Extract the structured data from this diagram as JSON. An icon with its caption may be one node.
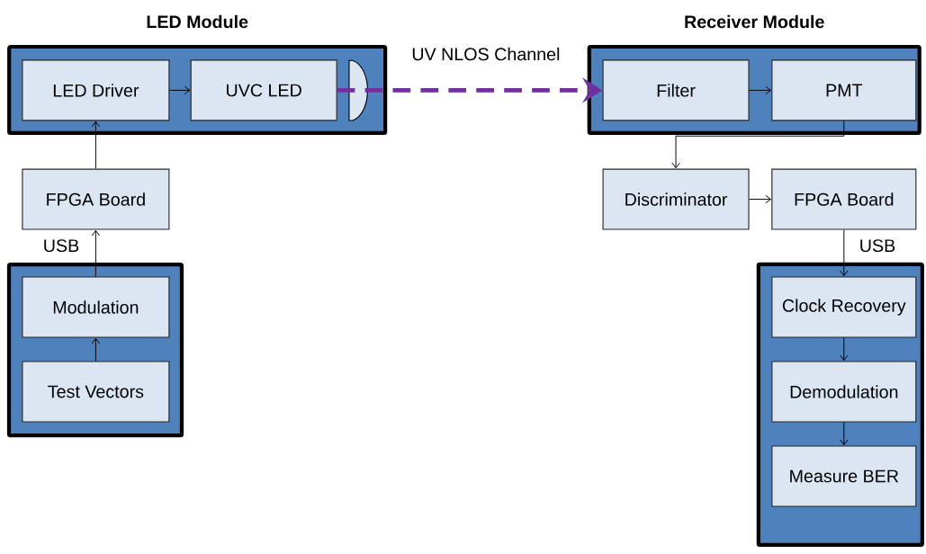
{
  "diagram": {
    "nodes": [
      {
        "text": [
          "LED Module"
        ]
      },
      {
        "text": [
          "LED Driver"
        ],
        "in": 0
      },
      {
        "text": [
          "UVC LED"
        ],
        "in": 0
      },
      {
        "text": [
          "Receiver Module"
        ]
      },
      {
        "text": [
          "Filter"
        ],
        "in": 3
      },
      {
        "text": [
          "PMT"
        ],
        "in": 3
      },
      {
        "text": [
          "FPGA Board"
        ]
      },
      {
        "text": [],
        "shape": "box"
      },
      {
        "text": [
          "Modulation"
        ],
        "in": 7
      },
      {
        "text": [
          "Test Vectors"
        ],
        "in": 7
      },
      {
        "text": [
          "Discriminator"
        ]
      },
      {
        "text": [
          "FPGA Board"
        ]
      },
      {
        "text": [],
        "shape": "box"
      },
      {
        "text": [
          "Clock Recovery"
        ],
        "in": 12
      },
      {
        "text": [
          "Demodulation"
        ],
        "in": 12
      },
      {
        "text": [
          "Measure BER"
        ],
        "in": 12
      }
    ],
    "edges": [
      {
        "from": 1,
        "to": 2,
        "arrow": "to"
      },
      {
        "from": 2,
        "to": 4,
        "arrow": "to",
        "label": "UV NLOS Channel",
        "style": "dashed",
        "color": "#7030a0"
      },
      {
        "from": 4,
        "to": 5,
        "arrow": "to"
      },
      {
        "from": 5,
        "to": 10,
        "arrow": "to"
      },
      {
        "from": 10,
        "to": 11,
        "arrow": "to"
      },
      {
        "from": 11,
        "to": 13,
        "arrow": "to",
        "label": "USB"
      },
      {
        "from": 13,
        "to": 14,
        "arrow": "to"
      },
      {
        "from": 14,
        "to": 15,
        "arrow": "to"
      },
      {
        "from": 6,
        "to": 1,
        "arrow": "to"
      },
      {
        "from": 8,
        "to": 6,
        "arrow": "to",
        "label": "USB"
      },
      {
        "from": 9,
        "to": 8,
        "arrow": "to"
      }
    ]
  }
}
